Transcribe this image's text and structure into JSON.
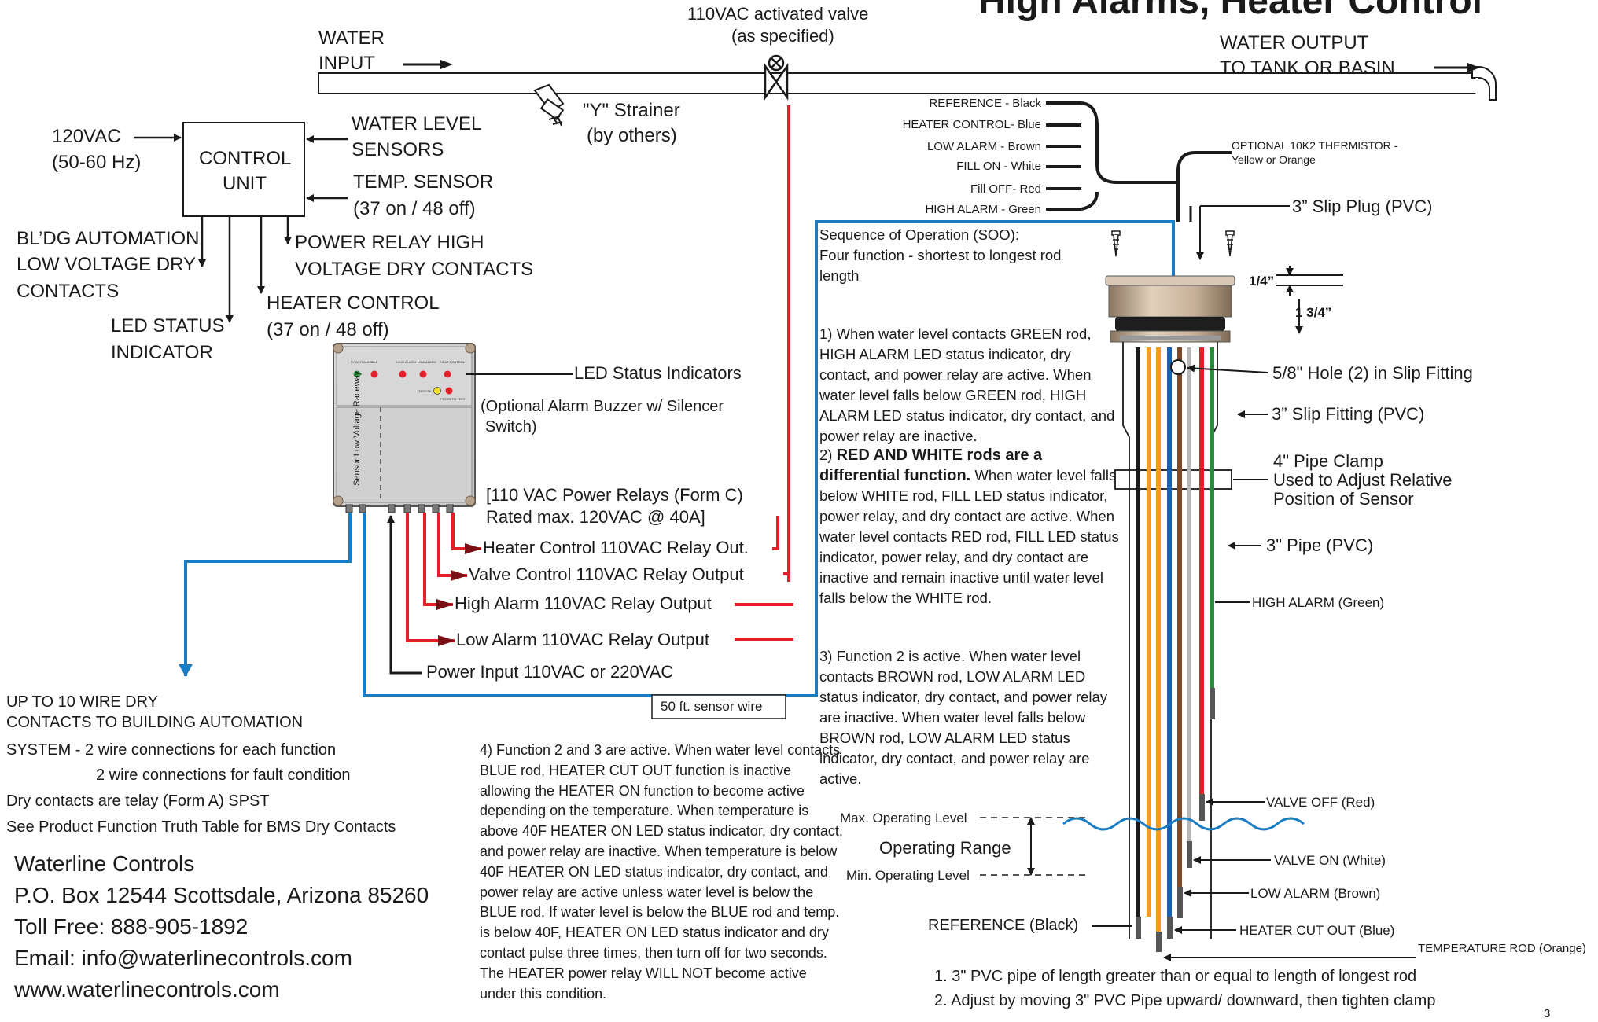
{
  "title": "High Alarms, Heater Control",
  "page_number": "3",
  "colors": {
    "blue_wire": "#1a7cc2",
    "red_wire": "#e3202a",
    "dark_red_arrow": "#7a1016",
    "black": "#1a1a1a"
  },
  "top": {
    "water_input": [
      "WATER",
      "INPUT"
    ],
    "valve_label": [
      "110VAC activated valve",
      "(as specified)"
    ],
    "water_output": [
      "WATER OUTPUT",
      "TO TANK OR BASIN"
    ],
    "strainer": [
      "\"Y\" Strainer",
      "(by others)"
    ]
  },
  "control_block": {
    "power_in": [
      "120VAC",
      "(50-60 Hz)"
    ],
    "box": [
      "CONTROL",
      "UNIT"
    ],
    "sensors": [
      "WATER LEVEL",
      "SENSORS"
    ],
    "temp_sensor": [
      "TEMP. SENSOR",
      "(37 on / 48 off)"
    ],
    "bldg": [
      "BL’DG AUTOMATION",
      "LOW VOLTAGE DRY",
      "CONTACTS"
    ],
    "power_relay": [
      "POWER RELAY HIGH",
      "VOLTAGE DRY CONTACTS"
    ],
    "heater": [
      "HEATER CONTROL",
      "(37 on / 48 off)"
    ],
    "led": [
      "LED STATUS",
      "INDICATOR"
    ]
  },
  "panel": {
    "led_status": "LED Status Indicators",
    "buzzer": [
      "(Optional Alarm Buzzer w/ Silencer",
      "Switch)"
    ],
    "relays": [
      "[110 VAC Power Relays (Form C)",
      "Rated max. 120VAC @ 40A]"
    ],
    "raceway": "Sensor Low Voltage Raceway",
    "led_labels": [
      "POWER ALARM",
      "FILL",
      "HIGH ALARM",
      "LOW ALARM",
      "HEAT CONTROL"
    ],
    "test_labels": [
      "TEST/SIL",
      "PRESS TO TEST"
    ]
  },
  "outputs": [
    "Heater Control 110VAC Relay Out.",
    "Valve Control 110VAC Relay Output",
    "High Alarm 110VAC Relay Output",
    "Low Alarm 110VAC Relay Output",
    "Power Input 110VAC or 220VAC"
  ],
  "sensor_wire": "50 ft. sensor wire",
  "bms": [
    "UP TO 10 WIRE DRY",
    "CONTACTS TO BUILDING AUTOMATION",
    "SYSTEM - 2 wire connections for each function",
    "2 wire connections for fault condition",
    "Dry contacts are telay (Form A) SPST",
    "See Product Function Truth Table for BMS Dry Contacts"
  ],
  "company": [
    "Waterline Controls",
    "P.O. Box 12544  Scottsdale, Arizona  85260",
    "Toll Free: 888-905-1892",
    "Email:  info@waterlinecontrols.com",
    "www.waterlinecontrols.com"
  ],
  "soo": {
    "header": "Sequence of Operation (SOO):",
    "intro": "Four function - shortest to longest rod length",
    "p1": "1)  When water level contacts GREEN rod, HIGH ALARM LED status indicator, dry contact, and power relay are active.  When water level falls below GREEN rod, HIGH ALARM LED status indicator, dry contact, and power relay are inactive.",
    "p2_num": "2) ",
    "p2_bold": "RED AND WHITE rods are a differential function.",
    "p2_text": " When water level falls below WHITE rod, FILL LED status indicator, power relay, and dry contact are active. When water level contacts RED rod, FILL LED status indicator, power relay, and dry contact are inactive and remain inactive until water level falls below the WHITE rod.",
    "p3": "3)  Function 2 is active.  When water level contacts BROWN rod, LOW ALARM LED status indicator, dry contact, and power relay are inactive.  When water level falls below BROWN rod, LOW ALARM LED status indicator, dry contact, and power relay are active.",
    "p4": "4) Function 2 and 3 are active.  When water level contacts BLUE rod, HEATER CUT OUT function is inactive allowing the HEATER ON function to become active depending on the temperature. When temperature is above 40F HEATER ON LED status indicator, dry contact, and power relay are inactive.  When temperature is below 40F HEATER ON LED status indicator, dry contact, and power relay are active unless water level is below the BLUE rod.  If water level is below the BLUE rod and temp. is below 40F, HEATER ON LED status indicator and dry contact pulse three times, then turn off for two seconds. The HEATER power relay WILL NOT become active under this condition."
  },
  "wires": [
    "REFERENCE - Black",
    "HEATER CONTROL- Blue",
    "LOW ALARM - Brown",
    "FILL ON - White",
    "Fill OFF- Red",
    "HIGH ALARM - Green"
  ],
  "thermistor": [
    "OPTIONAL 10K2 THERMISTOR -",
    "Yellow or Orange"
  ],
  "sensor": {
    "slip_plug": "3” Slip Plug (PVC)",
    "dim_quarter": "1/4”",
    "dim_134": "1 3/4”",
    "hole": "5/8\" Hole (2) in Slip Fitting",
    "slip_fitting": "3” Slip Fitting (PVC)",
    "clamp": [
      "4\" Pipe Clamp",
      "Used to Adjust Relative",
      "Position of Sensor"
    ],
    "pipe": "3\" Pipe (PVC)",
    "high_alarm": "HIGH ALARM (Green)",
    "valve_off": "VALVE OFF (Red)",
    "valve_on": "VALVE ON (White)",
    "low_alarm": "LOW ALARM (Brown)",
    "heater_cut": "HEATER CUT OUT (Blue)",
    "temp_rod": "TEMPERATURE ROD (Orange)",
    "reference": "REFERENCE (Black)",
    "max_level": "Max. Operating Level",
    "min_level": "Min. Operating Level",
    "range": "Operating Range"
  },
  "notes": [
    "1. 3\" PVC pipe of length greater than or equal to length of longest rod",
    "2. Adjust by moving 3\" PVC Pipe upward/ downward, then tighten clamp"
  ]
}
